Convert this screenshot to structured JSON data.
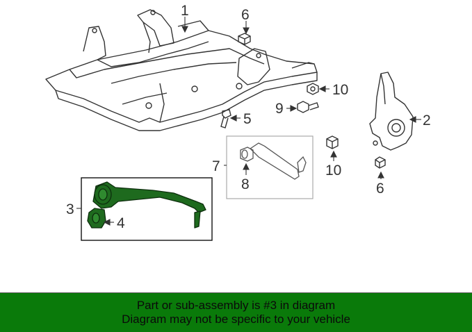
{
  "callouts": {
    "c1": "1",
    "c2": "2",
    "c3": "3",
    "c4": "4",
    "c5": "5",
    "c6_top": "6",
    "c6_bottom": "6",
    "c7": "7",
    "c8": "8",
    "c9": "9",
    "c10_top": "10",
    "c10_bottom": "10"
  },
  "banner": {
    "line1": "Part or sub-assembly is #3 in diagram",
    "line2": "Diagram may not be specific to your vehicle",
    "background": "#0a7a0a"
  },
  "colors": {
    "highlight_part": "#1e6a1e",
    "line_art": "#333333"
  }
}
